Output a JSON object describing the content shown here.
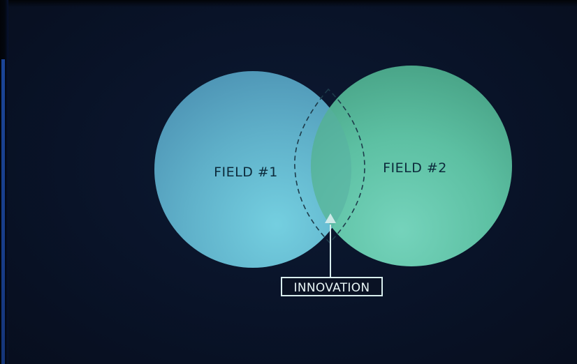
{
  "diagram": {
    "type": "venn",
    "sets": [
      {
        "label": "FIELD #1",
        "color": "#5fb0c9"
      },
      {
        "label": "FIELD #2",
        "color": "#5fc5a6"
      }
    ],
    "intersection": {
      "label": "INNOVATION",
      "border": "dashed"
    },
    "colors": {
      "background": "#091328",
      "intersection_outline": "#1d3b4a",
      "callout": "#d9eeee"
    }
  }
}
